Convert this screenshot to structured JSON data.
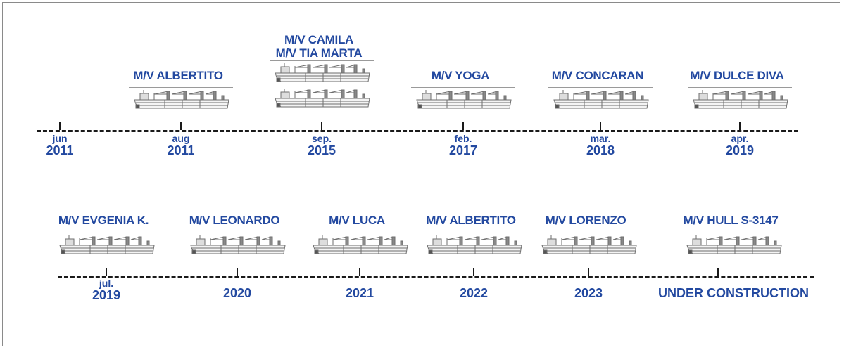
{
  "top_timeline": [
    {
      "month": "jun",
      "year": "2011",
      "ships": []
    },
    {
      "month": "aug",
      "year": "2011",
      "ships": [
        "M/V ALBERTITO"
      ]
    },
    {
      "month": "sep.",
      "year": "2015",
      "ships": [
        "M/V CAMILA",
        "M/V TIA MARTA"
      ]
    },
    {
      "month": "feb.",
      "year": "2017",
      "ships": [
        "M/V YOGA"
      ]
    },
    {
      "month": "mar.",
      "year": "2018",
      "ships": [
        "M/V CONCARAN"
      ]
    },
    {
      "month": "apr.",
      "year": "2019",
      "ships": [
        "M/V DULCE DIVA"
      ]
    }
  ],
  "bottom_timeline": [
    {
      "month": "jul.",
      "year": "2019",
      "ships": [
        "M/V EVGENIA K."
      ]
    },
    {
      "month": "",
      "year": "2020",
      "ships": [
        "M/V LEONARDO"
      ]
    },
    {
      "month": "",
      "year": "2021",
      "ships": [
        "M/V LUCA"
      ]
    },
    {
      "month": "",
      "year": "2022",
      "ships": [
        "M/V ALBERTITO"
      ]
    },
    {
      "month": "",
      "year": "2023",
      "ships": [
        "M/V LORENZO"
      ]
    },
    {
      "month": "",
      "year": "UNDER CONSTRUCTION",
      "ships": [
        "M/V HULL S-3147"
      ]
    }
  ],
  "colors": {
    "text": "#2349a0",
    "ship": "#6e6e6e"
  }
}
